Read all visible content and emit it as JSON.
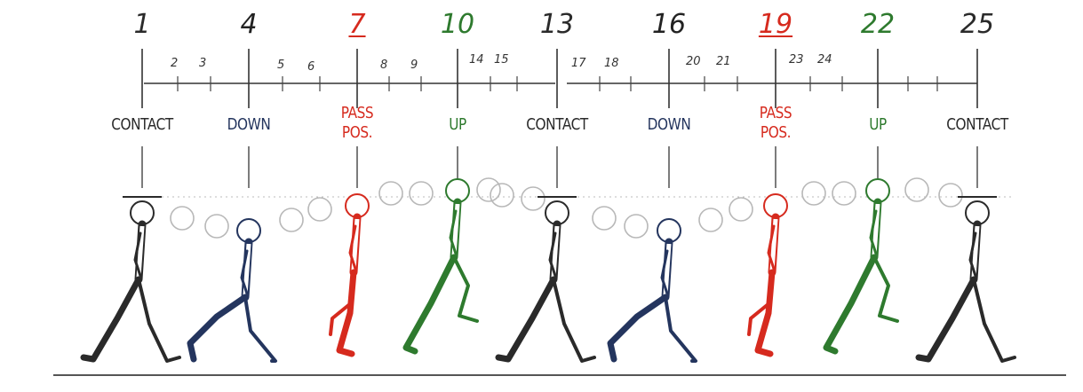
{
  "colors": {
    "black": "#2a2a2a",
    "navy": "#24355e",
    "red": "#d62a1e",
    "green": "#2e7a2e",
    "ghost": "#b8b8b8",
    "ground": "#555555"
  },
  "keyframes": [
    {
      "number": "1",
      "pose_line1": "CONTACT",
      "pose_line2": "",
      "color": "black",
      "underline": false,
      "figure": "contact"
    },
    {
      "number": "4",
      "pose_line1": "DOWN",
      "pose_line2": "",
      "color": "navy",
      "underline": false,
      "figure": "down"
    },
    {
      "number": "7",
      "pose_line1": "PASS",
      "pose_line2": "POS.",
      "color": "red",
      "underline": true,
      "figure": "pass"
    },
    {
      "number": "10",
      "pose_line1": "UP",
      "pose_line2": "",
      "color": "green",
      "underline": false,
      "figure": "up"
    },
    {
      "number": "13",
      "pose_line1": "CONTACT",
      "pose_line2": "",
      "color": "black",
      "underline": false,
      "figure": "contact"
    },
    {
      "number": "16",
      "pose_line1": "DOWN",
      "pose_line2": "",
      "color": "navy",
      "underline": false,
      "figure": "down"
    },
    {
      "number": "19",
      "pose_line1": "PASS",
      "pose_line2": "POS.",
      "color": "red",
      "underline": true,
      "figure": "pass"
    },
    {
      "number": "22",
      "pose_line1": "UP",
      "pose_line2": "",
      "color": "green",
      "underline": false,
      "figure": "up"
    },
    {
      "number": "25",
      "pose_line1": "CONTACT",
      "pose_line2": "",
      "color": "black",
      "underline": false,
      "figure": "contact"
    }
  ],
  "inbetween_labels": [
    "2",
    "3",
    "5",
    "6",
    "8",
    "9",
    "14",
    "15",
    "17",
    "18",
    "20",
    "21",
    "23",
    "24"
  ]
}
